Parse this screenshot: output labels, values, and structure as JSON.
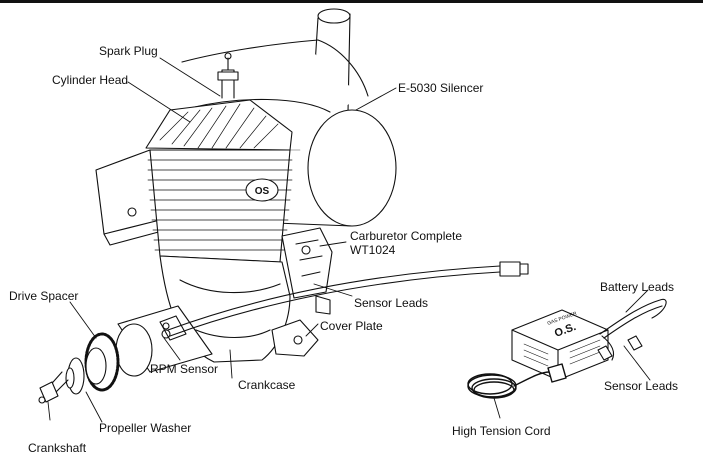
{
  "labels": {
    "spark_plug": "Spark Plug",
    "cylinder_head": "Cylinder Head",
    "silencer": "E-5030 Silencer",
    "carburetor_line1": "Carburetor Complete",
    "carburetor_line2": "WT1024",
    "sensor_leads_engine": "Sensor Leads",
    "cover_plate": "Cover Plate",
    "drive_spacer": "Drive Spacer",
    "rpm_sensor": "RPM Sensor",
    "crankcase": "Crankcase",
    "propeller_washer": "Propeller Washer",
    "crankshaft": "Crankshaft",
    "battery_leads": "Battery Leads",
    "sensor_leads_module": "Sensor Leads",
    "high_tension_cord": "High Tension Cord"
  },
  "module": {
    "brand_line": "GAS POWER",
    "logo": "O.S."
  },
  "logo_on_engine": "OS"
}
